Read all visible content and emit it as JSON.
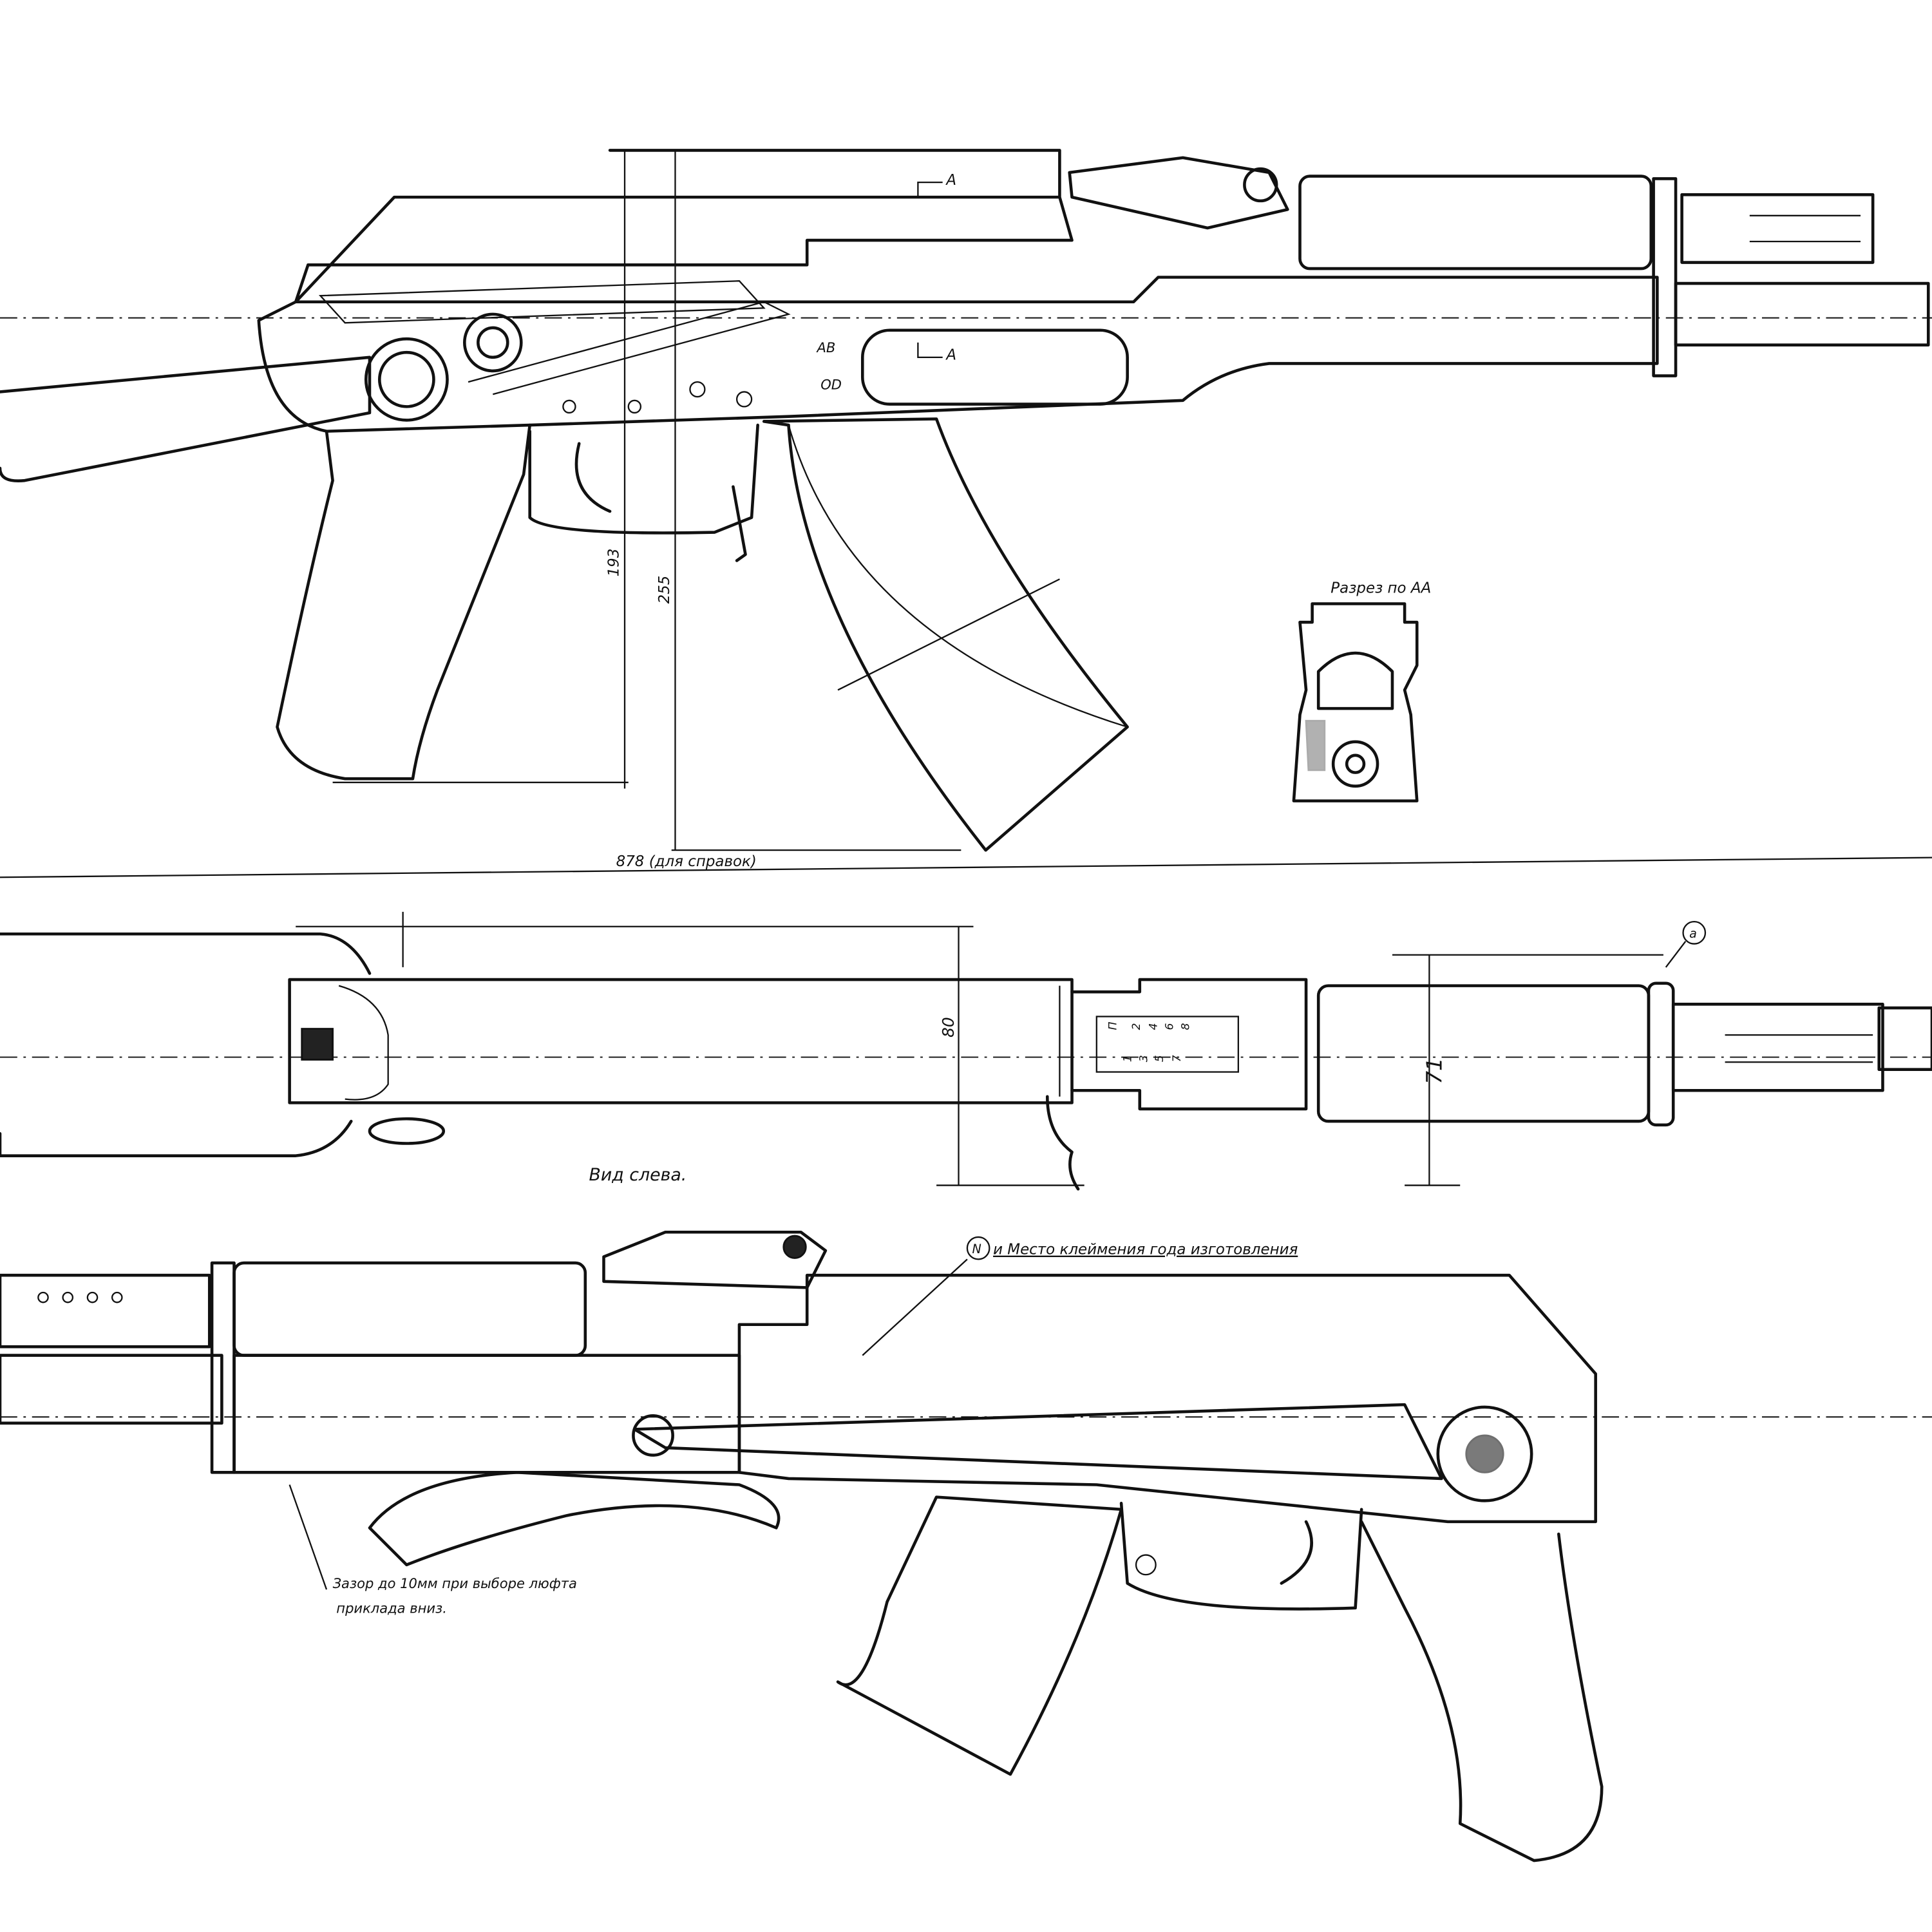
{
  "drawing": {
    "side_view_right": {
      "section_mark_top": "A",
      "section_mark_mid": "A",
      "selector_marks": [
        "AB",
        "OD"
      ],
      "dim_grip": "193",
      "dim_magazine": "255",
      "overall_length": "878 (для справок)"
    },
    "section_view": {
      "title": "Разрез по AA"
    },
    "top_view": {
      "title": "Вид слева.",
      "dim_receiver_width": "80",
      "dim_handguard_width": "71",
      "callout": "a",
      "rear_sight_top_marks": [
        "П",
        "2",
        "4",
        "6",
        "8"
      ],
      "rear_sight_bottom_marks": [
        "1",
        "3",
        "5",
        "7"
      ]
    },
    "side_view_left": {
      "marking_callout_letter": "N",
      "marking_note": "и Место клеймения года изготовления",
      "gap_note_line1": "Зазор до 10мм при выборе люфта",
      "gap_note_line2": "приклада вниз."
    }
  }
}
